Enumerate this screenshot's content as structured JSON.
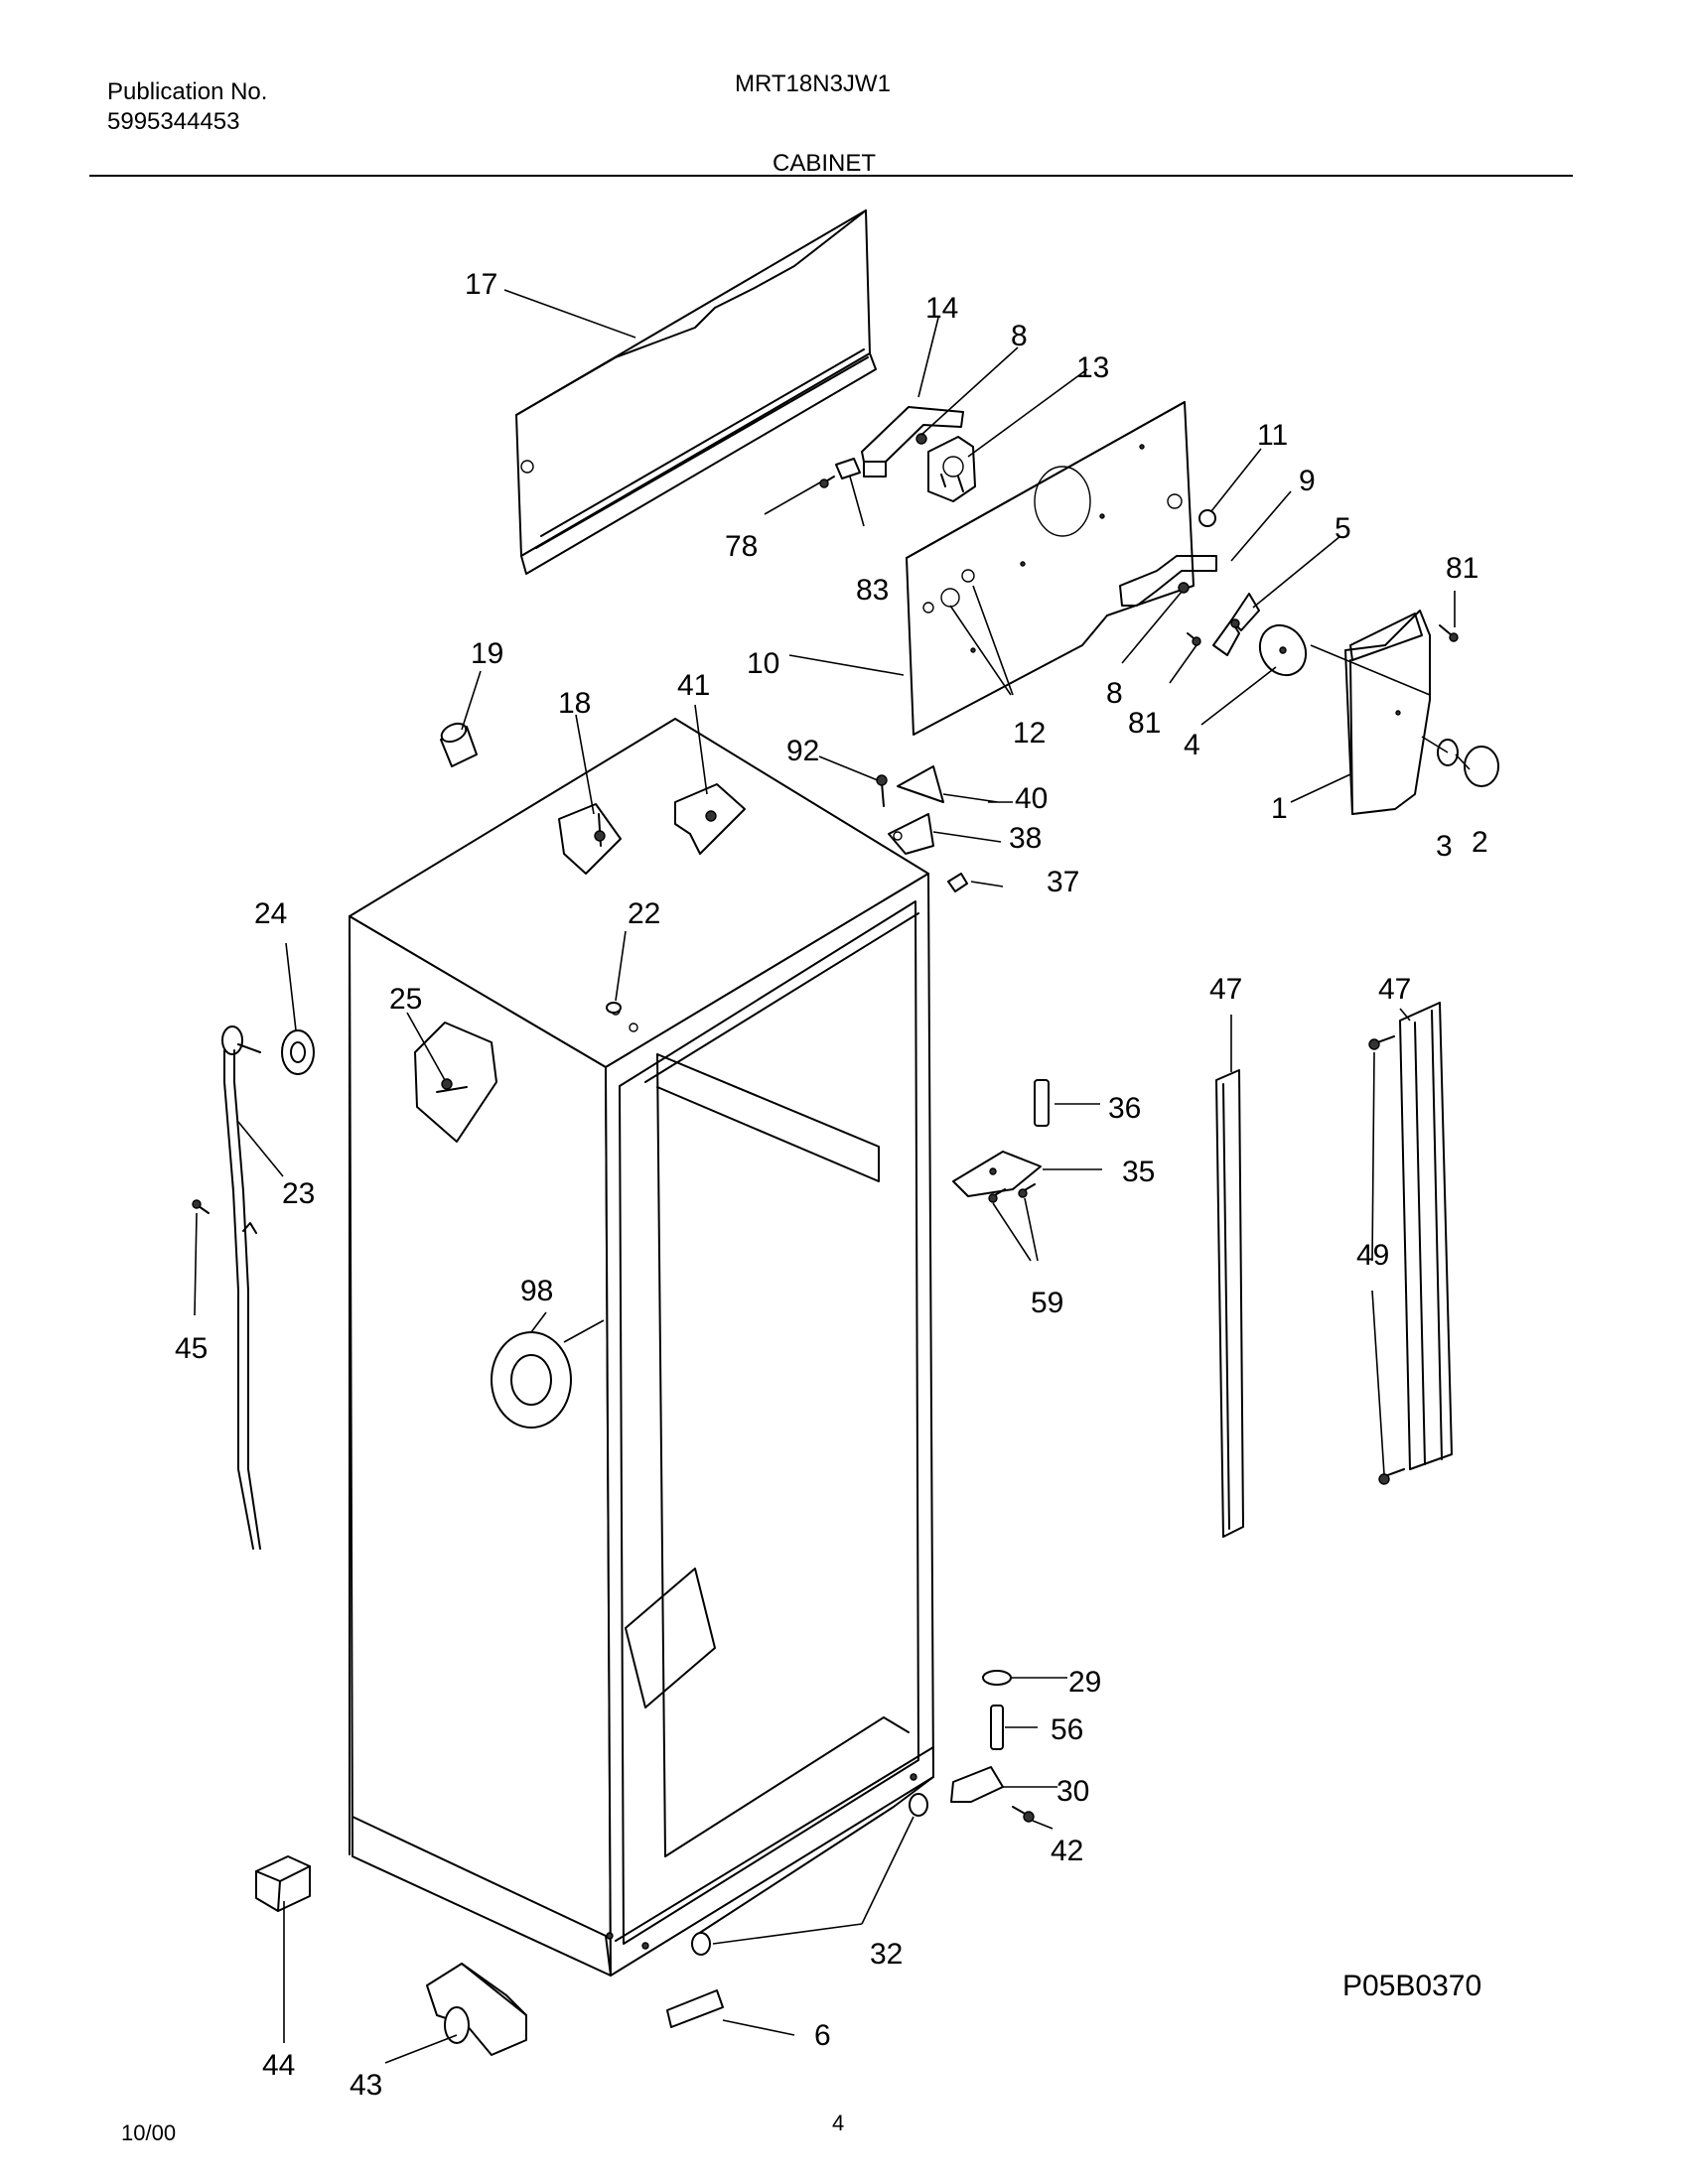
{
  "header": {
    "publication_label": "Publication No.",
    "publication_number": "5995344453",
    "model": "MRT18N3JW1",
    "section": "CABINET"
  },
  "callouts": {
    "c17": "17",
    "c14": "14",
    "c8a": "8",
    "c13": "13",
    "c11": "11",
    "c9": "9",
    "c5": "5",
    "c81a": "81",
    "c78": "78",
    "c83": "83",
    "c10": "10",
    "c12": "12",
    "c8b": "8",
    "c81b": "81",
    "c4": "4",
    "c1": "1",
    "c3": "3",
    "c2": "2",
    "c19": "19",
    "c18": "18",
    "c41": "41",
    "c92": "92",
    "c40": "40",
    "c38": "38",
    "c37": "37",
    "c24": "24",
    "c22": "22",
    "c25": "25",
    "c23": "23",
    "c45": "45",
    "c47a": "47",
    "c47b": "47",
    "c36": "36",
    "c35": "35",
    "c59": "59",
    "c49": "49",
    "c98": "98",
    "c29": "29",
    "c56": "56",
    "c30": "30",
    "c42": "42",
    "c32": "32",
    "c44": "44",
    "c43": "43",
    "c6": "6"
  },
  "footer": {
    "diagram_id": "P05B0370",
    "date_code": "10/00",
    "page_number": "4"
  }
}
